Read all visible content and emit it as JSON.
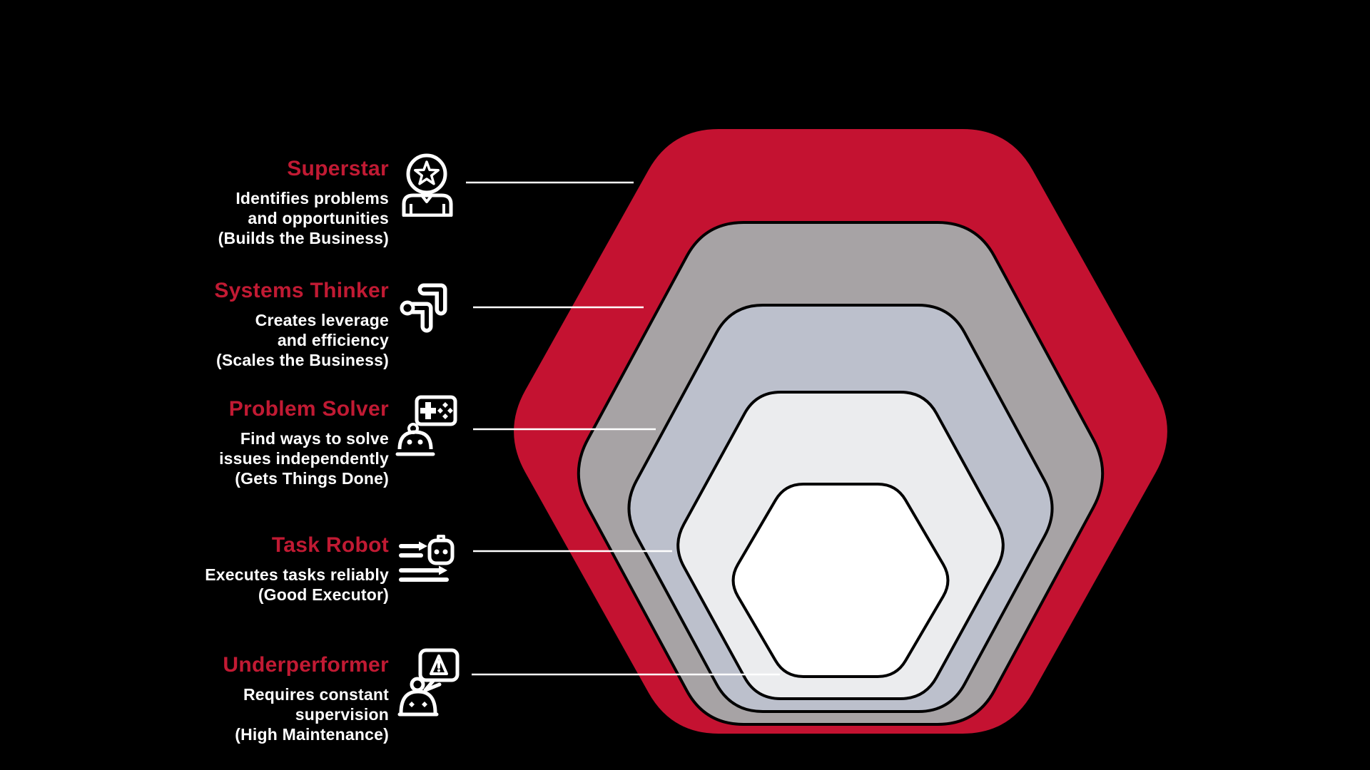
{
  "diagram": {
    "title_implicit": "Employee value levels hexagon diagram",
    "colors": {
      "background": "#000000",
      "title_red": "#C11A33",
      "text_white": "#FFFFFF",
      "line_white": "#FFFFFF",
      "hexagon_outline": "#000000",
      "icon_white": "#FFFFFF"
    },
    "entries": [
      {
        "title": "Superstar",
        "description": "Identifies problems\nand opportunities\n(Builds the Business)",
        "icon": "superstar-person-star-icon"
      },
      {
        "title": "Systems Thinker",
        "description": "Creates leverage\nand efficiency\n(Scales the Business)",
        "icon": "systems-pipes-icon"
      },
      {
        "title": "Problem Solver",
        "description": "Find ways to solve\nissues independently\n(Gets Things Done)",
        "icon": "gamepad-person-icon"
      },
      {
        "title": "Task Robot",
        "description": "Executes tasks reliably\n(Good Executor)",
        "icon": "task-list-robot-icon"
      },
      {
        "title": "Underperformer",
        "description": "Requires constant\nsupervision\n(High Maintenance)",
        "icon": "alert-bubble-robot-icon"
      }
    ],
    "hexagon_levels": [
      {
        "label": "Superstar",
        "fill": "#C41231"
      },
      {
        "label": "Systems Thinker",
        "fill": "#A7A3A5"
      },
      {
        "label": "Problem Solver",
        "fill": "#BCC0CC"
      },
      {
        "label": "Task Robot",
        "fill": "#EBECEE"
      },
      {
        "label": "Underperformer",
        "fill": "#FFFFFF"
      }
    ]
  }
}
